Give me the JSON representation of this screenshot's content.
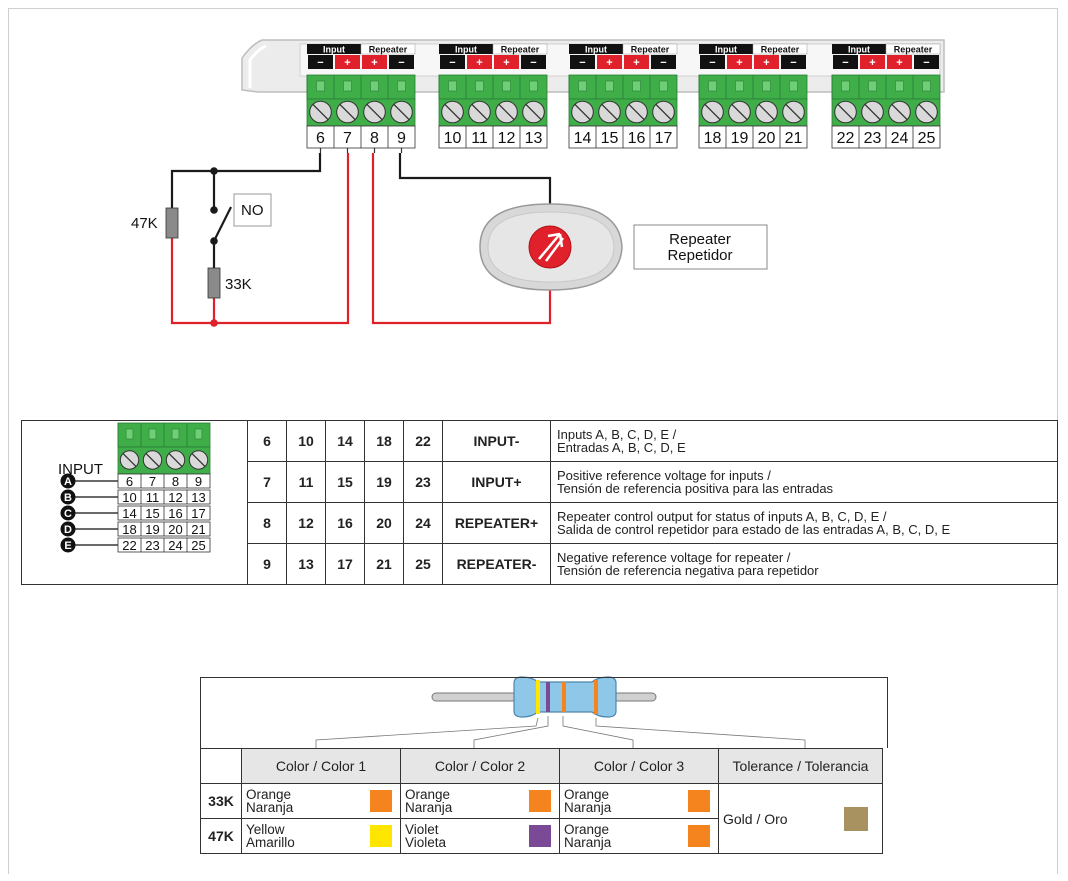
{
  "module": {
    "blocks": [
      {
        "input_label": "Input",
        "repeater_label": "Repeater",
        "signs": [
          "−",
          "+",
          "+",
          "−"
        ],
        "terminals": [
          "6",
          "7",
          "8",
          "9"
        ]
      },
      {
        "input_label": "Input",
        "repeater_label": "Repeater",
        "signs": [
          "−",
          "+",
          "+",
          "−"
        ],
        "terminals": [
          "10",
          "11",
          "12",
          "13"
        ]
      },
      {
        "input_label": "Input",
        "repeater_label": "Repeater",
        "signs": [
          "−",
          "+",
          "+",
          "−"
        ],
        "terminals": [
          "14",
          "15",
          "16",
          "17"
        ]
      },
      {
        "input_label": "Input",
        "repeater_label": "Repeater",
        "signs": [
          "−",
          "+",
          "+",
          "−"
        ],
        "terminals": [
          "18",
          "19",
          "20",
          "21"
        ]
      },
      {
        "input_label": "Input",
        "repeater_label": "Repeater",
        "signs": [
          "−",
          "+",
          "+",
          "−"
        ],
        "terminals": [
          "22",
          "23",
          "24",
          "25"
        ]
      }
    ]
  },
  "wiring": {
    "resistor_parallel": "47K",
    "resistor_series": "33K",
    "switch_label": "NO",
    "repeater_label_line1": "Repeater",
    "repeater_label_line2": "Repetidor",
    "wire_colors": {
      "black": "#1a1a1a",
      "red": "#e0202a"
    }
  },
  "terminal_table": {
    "input_label": "INPUT",
    "groups": [
      {
        "letter": "A",
        "terminals": [
          "6",
          "7",
          "8",
          "9"
        ]
      },
      {
        "letter": "B",
        "terminals": [
          "10",
          "11",
          "12",
          "13"
        ]
      },
      {
        "letter": "C",
        "terminals": [
          "14",
          "15",
          "16",
          "17"
        ]
      },
      {
        "letter": "D",
        "terminals": [
          "18",
          "19",
          "20",
          "21"
        ]
      },
      {
        "letter": "E",
        "terminals": [
          "22",
          "23",
          "24",
          "25"
        ]
      }
    ],
    "rows": [
      {
        "terminals": [
          "6",
          "10",
          "14",
          "18",
          "22"
        ],
        "function": "INPUT-",
        "desc_en": "Inputs A, B, C, D, E /",
        "desc_es": "Entradas A, B, C, D, E"
      },
      {
        "terminals": [
          "7",
          "11",
          "15",
          "19",
          "23"
        ],
        "function": "INPUT+",
        "desc_en": "Positive reference voltage for inputs /",
        "desc_es": "Tensión de referencia positiva para las entradas"
      },
      {
        "terminals": [
          "8",
          "12",
          "16",
          "20",
          "24"
        ],
        "function": "REPEATER+",
        "desc_en": "Repeater control output for status of inputs A, B, C, D, E /",
        "desc_es": "Salida de control repetidor para estado de las entradas A, B, C, D, E"
      },
      {
        "terminals": [
          "9",
          "13",
          "17",
          "21",
          "25"
        ],
        "function": "REPEATER-",
        "desc_en": "Negative reference voltage for repeater /",
        "desc_es": "Tensión de referencia negativa para repetidor"
      }
    ]
  },
  "resistor_table": {
    "headers": [
      "Color / Color 1",
      "Color / Color 2",
      "Color / Color 3",
      "Tolerance / Tolerancia"
    ],
    "rows": [
      {
        "label": "33K",
        "c1": {
          "en": "Orange",
          "es": "Naranja",
          "hex": "#f5841f"
        },
        "c2": {
          "en": "Orange",
          "es": "Naranja",
          "hex": "#f5841f"
        },
        "c3": {
          "en": "Orange",
          "es": "Naranja",
          "hex": "#f5841f"
        }
      },
      {
        "label": "47K",
        "c1": {
          "en": "Yellow",
          "es": "Amarillo",
          "hex": "#ffe600"
        },
        "c2": {
          "en": "Violet",
          "es": "Violeta",
          "hex": "#7a4a96"
        },
        "c3": {
          "en": "Orange",
          "es": "Naranja",
          "hex": "#f5841f"
        }
      }
    ],
    "tolerance": {
      "text": "Gold / Oro",
      "hex": "#a89260"
    }
  },
  "colors": {
    "terminal_green": "#3fae49",
    "terminal_dark_green": "#2a7d36",
    "minus_black": "#111111",
    "plus_red": "#e0202a"
  }
}
